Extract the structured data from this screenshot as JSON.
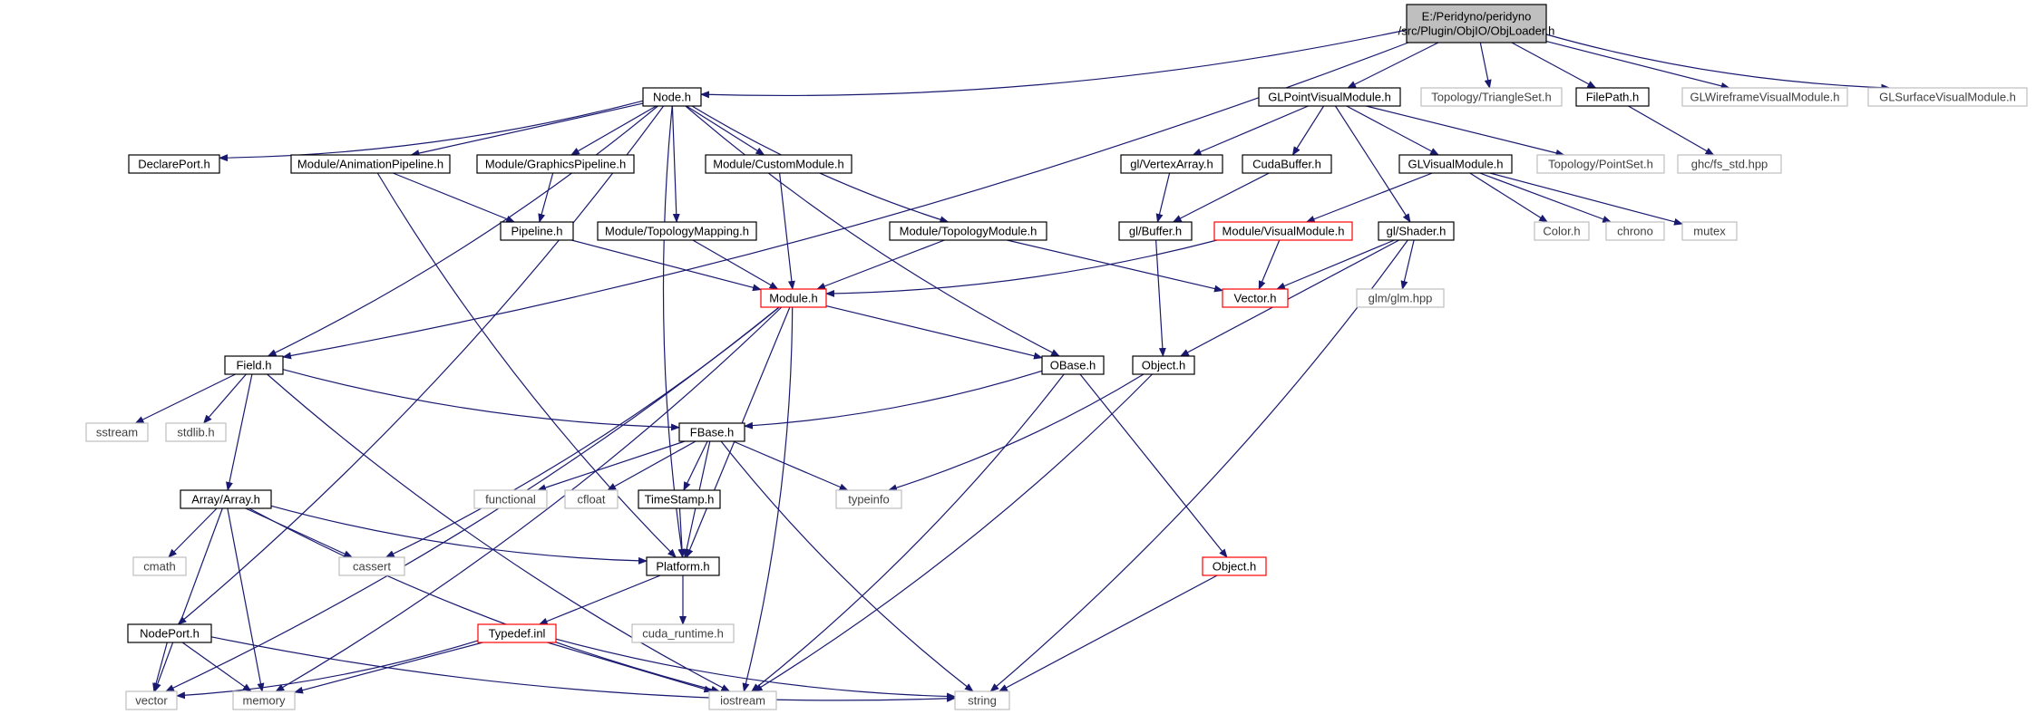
{
  "graph": {
    "colors": {
      "edge": "#191970",
      "black_border": "#000000",
      "red_border": "#ff0000",
      "gray_border": "#bfbfbf",
      "root_fill": "#bfbfbf",
      "text_dark": "#000000",
      "text_gray": "#404040"
    },
    "nodes": [
      {
        "id": "objloader",
        "label_lines": [
          "E:/Peridyno/peridyno",
          "/src/Plugin/ObjIO/ObjLoader.h"
        ],
        "style": "root"
      },
      {
        "id": "node_h",
        "label_lines": [
          "Node.h"
        ],
        "style": "black"
      },
      {
        "id": "glpoint",
        "label_lines": [
          "GLPointVisualModule.h"
        ],
        "style": "black"
      },
      {
        "id": "topo_tri",
        "label_lines": [
          "Topology/TriangleSet.h"
        ],
        "style": "gray"
      },
      {
        "id": "filepath",
        "label_lines": [
          "FilePath.h"
        ],
        "style": "black"
      },
      {
        "id": "glwire",
        "label_lines": [
          "GLWireframeVisualModule.h"
        ],
        "style": "gray"
      },
      {
        "id": "glsurf",
        "label_lines": [
          "GLSurfaceVisualModule.h"
        ],
        "style": "gray"
      },
      {
        "id": "declareport",
        "label_lines": [
          "DeclarePort.h"
        ],
        "style": "black"
      },
      {
        "id": "animpipe",
        "label_lines": [
          "Module/AnimationPipeline.h"
        ],
        "style": "black"
      },
      {
        "id": "graphpipe",
        "label_lines": [
          "Module/GraphicsPipeline.h"
        ],
        "style": "black"
      },
      {
        "id": "custommod",
        "label_lines": [
          "Module/CustomModule.h"
        ],
        "style": "black"
      },
      {
        "id": "vertexarray",
        "label_lines": [
          "gl/VertexArray.h"
        ],
        "style": "black"
      },
      {
        "id": "cudabuffer",
        "label_lines": [
          "CudaBuffer.h"
        ],
        "style": "black"
      },
      {
        "id": "glvisual",
        "label_lines": [
          "GLVisualModule.h"
        ],
        "style": "black"
      },
      {
        "id": "topo_point",
        "label_lines": [
          "Topology/PointSet.h"
        ],
        "style": "gray"
      },
      {
        "id": "ghcfs",
        "label_lines": [
          "ghc/fs_std.hpp"
        ],
        "style": "gray"
      },
      {
        "id": "pipeline",
        "label_lines": [
          "Pipeline.h"
        ],
        "style": "black"
      },
      {
        "id": "topomapping",
        "label_lines": [
          "Module/TopologyMapping.h"
        ],
        "style": "black"
      },
      {
        "id": "topomodule",
        "label_lines": [
          "Module/TopologyModule.h"
        ],
        "style": "black"
      },
      {
        "id": "glbuffer",
        "label_lines": [
          "gl/Buffer.h"
        ],
        "style": "black"
      },
      {
        "id": "visualmod",
        "label_lines": [
          "Module/VisualModule.h"
        ],
        "style": "red"
      },
      {
        "id": "glshader",
        "label_lines": [
          "gl/Shader.h"
        ],
        "style": "black"
      },
      {
        "id": "color",
        "label_lines": [
          "Color.h"
        ],
        "style": "gray"
      },
      {
        "id": "chrono",
        "label_lines": [
          "chrono"
        ],
        "style": "gray"
      },
      {
        "id": "mutex",
        "label_lines": [
          "mutex"
        ],
        "style": "gray"
      },
      {
        "id": "module_h",
        "label_lines": [
          "Module.h"
        ],
        "style": "red"
      },
      {
        "id": "vector_h",
        "label_lines": [
          "Vector.h"
        ],
        "style": "red"
      },
      {
        "id": "glm",
        "label_lines": [
          "glm/glm.hpp"
        ],
        "style": "gray"
      },
      {
        "id": "field",
        "label_lines": [
          "Field.h"
        ],
        "style": "black"
      },
      {
        "id": "obase",
        "label_lines": [
          "OBase.h"
        ],
        "style": "black"
      },
      {
        "id": "object_h",
        "label_lines": [
          "Object.h"
        ],
        "style": "black"
      },
      {
        "id": "sstream",
        "label_lines": [
          "sstream"
        ],
        "style": "gray"
      },
      {
        "id": "stdlib",
        "label_lines": [
          "stdlib.h"
        ],
        "style": "gray"
      },
      {
        "id": "fbase",
        "label_lines": [
          "FBase.h"
        ],
        "style": "black"
      },
      {
        "id": "functional",
        "label_lines": [
          "functional"
        ],
        "style": "gray"
      },
      {
        "id": "cfloat",
        "label_lines": [
          "cfloat"
        ],
        "style": "gray"
      },
      {
        "id": "timestamp",
        "label_lines": [
          "TimeStamp.h"
        ],
        "style": "black"
      },
      {
        "id": "typeinfo",
        "label_lines": [
          "typeinfo"
        ],
        "style": "gray"
      },
      {
        "id": "array",
        "label_lines": [
          "Array/Array.h"
        ],
        "style": "black"
      },
      {
        "id": "cmath",
        "label_lines": [
          "cmath"
        ],
        "style": "gray"
      },
      {
        "id": "cassert",
        "label_lines": [
          "cassert"
        ],
        "style": "gray"
      },
      {
        "id": "platform",
        "label_lines": [
          "Platform.h"
        ],
        "style": "black"
      },
      {
        "id": "object_red",
        "label_lines": [
          "Object.h"
        ],
        "style": "red"
      },
      {
        "id": "nodeport",
        "label_lines": [
          "NodePort.h"
        ],
        "style": "black"
      },
      {
        "id": "typedef",
        "label_lines": [
          "Typedef.inl"
        ],
        "style": "red"
      },
      {
        "id": "cudaruntime",
        "label_lines": [
          "cuda_runtime.h"
        ],
        "style": "gray"
      },
      {
        "id": "vector_std",
        "label_lines": [
          "vector"
        ],
        "style": "gray"
      },
      {
        "id": "memory",
        "label_lines": [
          "memory"
        ],
        "style": "gray"
      },
      {
        "id": "iostream",
        "label_lines": [
          "iostream"
        ],
        "style": "gray"
      },
      {
        "id": "string",
        "label_lines": [
          "string"
        ],
        "style": "gray"
      }
    ],
    "edges": [
      [
        "objloader",
        "node_h"
      ],
      [
        "objloader",
        "glpoint"
      ],
      [
        "objloader",
        "topo_tri"
      ],
      [
        "objloader",
        "filepath"
      ],
      [
        "objloader",
        "glwire"
      ],
      [
        "objloader",
        "glsurf"
      ],
      [
        "objloader",
        "field"
      ],
      [
        "node_h",
        "declareport"
      ],
      [
        "node_h",
        "animpipe"
      ],
      [
        "node_h",
        "graphpipe"
      ],
      [
        "node_h",
        "custommod"
      ],
      [
        "node_h",
        "topomapping"
      ],
      [
        "node_h",
        "topomodule"
      ],
      [
        "node_h",
        "field"
      ],
      [
        "node_h",
        "obase"
      ],
      [
        "node_h",
        "platform"
      ],
      [
        "node_h",
        "nodeport"
      ],
      [
        "glpoint",
        "vertexarray"
      ],
      [
        "glpoint",
        "cudabuffer"
      ],
      [
        "glpoint",
        "glvisual"
      ],
      [
        "glpoint",
        "topo_point"
      ],
      [
        "glpoint",
        "glshader"
      ],
      [
        "filepath",
        "ghcfs"
      ],
      [
        "animpipe",
        "pipeline"
      ],
      [
        "animpipe",
        "platform"
      ],
      [
        "graphpipe",
        "pipeline"
      ],
      [
        "custommod",
        "module_h"
      ],
      [
        "vertexarray",
        "glbuffer"
      ],
      [
        "cudabuffer",
        "glbuffer"
      ],
      [
        "glvisual",
        "visualmod"
      ],
      [
        "glvisual",
        "color"
      ],
      [
        "glvisual",
        "chrono"
      ],
      [
        "glvisual",
        "mutex"
      ],
      [
        "pipeline",
        "module_h"
      ],
      [
        "topomapping",
        "module_h"
      ],
      [
        "topomodule",
        "module_h"
      ],
      [
        "topomodule",
        "vector_h"
      ],
      [
        "glbuffer",
        "object_h"
      ],
      [
        "visualmod",
        "module_h"
      ],
      [
        "visualmod",
        "vector_h"
      ],
      [
        "glshader",
        "vector_h"
      ],
      [
        "glshader",
        "glm"
      ],
      [
        "glshader",
        "object_h"
      ],
      [
        "glshader",
        "string"
      ],
      [
        "module_h",
        "obase"
      ],
      [
        "module_h",
        "vector_std"
      ],
      [
        "module_h",
        "cassert"
      ],
      [
        "module_h",
        "platform"
      ],
      [
        "module_h",
        "memory"
      ],
      [
        "module_h",
        "iostream"
      ],
      [
        "field",
        "sstream"
      ],
      [
        "field",
        "stdlib"
      ],
      [
        "field",
        "fbase"
      ],
      [
        "field",
        "array"
      ],
      [
        "field",
        "iostream"
      ],
      [
        "obase",
        "fbase"
      ],
      [
        "obase",
        "object_red"
      ],
      [
        "obase",
        "iostream"
      ],
      [
        "object_h",
        "typeinfo"
      ],
      [
        "object_h",
        "iostream"
      ],
      [
        "fbase",
        "functional"
      ],
      [
        "fbase",
        "cfloat"
      ],
      [
        "fbase",
        "timestamp"
      ],
      [
        "fbase",
        "typeinfo"
      ],
      [
        "fbase",
        "platform"
      ],
      [
        "fbase",
        "string"
      ],
      [
        "timestamp",
        "platform"
      ],
      [
        "array",
        "cmath"
      ],
      [
        "array",
        "cassert"
      ],
      [
        "array",
        "platform"
      ],
      [
        "array",
        "vector_std"
      ],
      [
        "array",
        "memory"
      ],
      [
        "array",
        "iostream"
      ],
      [
        "platform",
        "typedef"
      ],
      [
        "platform",
        "cudaruntime"
      ],
      [
        "object_red",
        "string"
      ],
      [
        "nodeport",
        "vector_std"
      ],
      [
        "nodeport",
        "memory"
      ],
      [
        "nodeport",
        "string"
      ],
      [
        "typedef",
        "vector_std"
      ],
      [
        "typedef",
        "memory"
      ],
      [
        "typedef",
        "iostream"
      ],
      [
        "typedef",
        "string"
      ]
    ]
  }
}
